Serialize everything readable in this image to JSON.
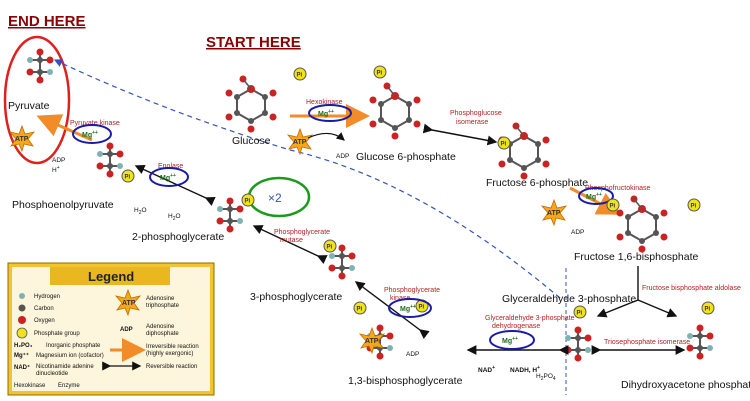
{
  "headings": {
    "end": "END HERE",
    "start": "START HERE"
  },
  "multiplier": "×2",
  "molecules": {
    "glucose": "Glucose",
    "g6p": "Glucose 6-phosphate",
    "f6p": "Fructose 6-phosphate",
    "f16bp": "Fructose 1,6-bisphosphate",
    "g3p": "Glyceraldehyde 3-phosphate",
    "dhap": "Dihydroxyacetone phosphate",
    "bpg13": "1,3-bisphosphoglycerate",
    "pg3": "3-phosphoglycerate",
    "pg2": "2-phosphoglycerate",
    "pep": "Phosphoenolpyruvate",
    "pyruvate": "Pyruvate"
  },
  "enzymes": {
    "hexokinase": "Hexokinase",
    "pgi_1": "Phosphoglucose",
    "pgi_2": "isomerase",
    "pfk": "Phosphofructokinase",
    "aldolase": "Fructose bisphosphate aldolase",
    "tpi": "Triosephosphate isomerase",
    "gapdh_1": "Glyceraldehyde 3-phosphate",
    "gapdh_2": "dehydrogenase",
    "pgk_1": "Phosphoglycerate",
    "pgk_2": "kinase",
    "pgm_1": "Phosphoglycerate",
    "pgm_2": "mutase",
    "enolase": "Enolase",
    "pk": "Pyruvate kinase"
  },
  "cofactors": {
    "atp": "ATP",
    "adp": "ADP",
    "mg": "Mg",
    "mg_sup": "++",
    "pi": "Pi",
    "h": "H",
    "h_sup": "+",
    "h2o_h": "H",
    "h2o_sub": "2",
    "h2o_o": "O",
    "nad": "NAD",
    "nad_sup": "+",
    "nadh": "NADH, H",
    "nadh_sup": "+",
    "h2po4": "H",
    "h2po4_sub": "2",
    "h2po4_po": "PO",
    "h2po4_sub2": "4"
  },
  "legend": {
    "title": "Legend",
    "hydrogen": "Hydrogen",
    "carbon": "Carbon",
    "oxygen": "Oxygen",
    "phosphate": "Phosphate group",
    "inorganic": "Inorganic phosphate",
    "inorganic_symbol": "H₂PO₄",
    "magnesium": "Magnesium ion (cofactor)",
    "mg_symbol": "Mg⁺⁺",
    "nad_desc": "Nicotinamide adenine",
    "nad_desc2": "dinucleotide",
    "nad_symbol": "NAD⁺",
    "hexokinase": "Hexokinase",
    "enzyme": "Enzyme",
    "atp_symbol": "ATP",
    "atp_desc": "Adenosine",
    "atp_desc2": "triphosphate",
    "adp_symbol": "ADP",
    "adp_desc": "Adenosine",
    "adp_desc2": "diphosphate",
    "irr_desc": "Irreversible reaction",
    "irr_desc2": "(highly exergonic)",
    "rev_desc": "Reversible reaction",
    "colors": {
      "hydrogen": "#7fb3b3",
      "carbon": "#555555",
      "oxygen": "#cc2222",
      "phosphate": "#f2e21b",
      "legend_bg": "#f4c430",
      "irreversible": "#f28c28"
    }
  }
}
